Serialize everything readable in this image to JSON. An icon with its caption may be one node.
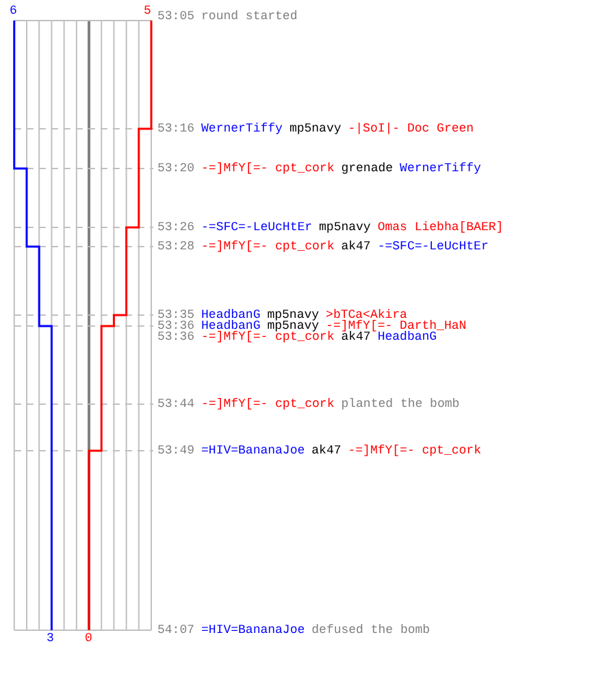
{
  "diagram": {
    "labels": [
      "6",
      "5",
      "53:05",
      "round started",
      "53:16",
      "WernerTiffy",
      "mp5navy",
      "-|SoI|- Doc Green",
      "53:20",
      "-=]MfY[=- cpt_cork",
      "grenade",
      "WernerTiffy",
      "53:26",
      "-=SFC=-LeUcHtEr",
      "mp5navy",
      "Omas Liebha[BAER]",
      "53:28",
      "-=]MfY[=- cpt_cork",
      "ak47",
      "-=SFC=-LeUcHtEr",
      "53:35",
      "HeadbanG",
      "mp5navy",
      ">bTCa<Akira",
      "53:36",
      "HeadbanG",
      "mp5navy",
      "-=]MfY[=- Darth_HaN",
      "53:36",
      "-=]MfY[=- cpt_cork",
      "ak47",
      "HeadbanG",
      "53:44",
      "-=]MfY[=- cpt_cork",
      "planted the bomb",
      "53:49",
      "=HIV=BananaJoe",
      "ak47",
      "-=]MfY[=- cpt_cork",
      "54:07",
      "=HIV=BananaJoe",
      "defused the bomb",
      "3",
      "0"
    ]
  }
}
